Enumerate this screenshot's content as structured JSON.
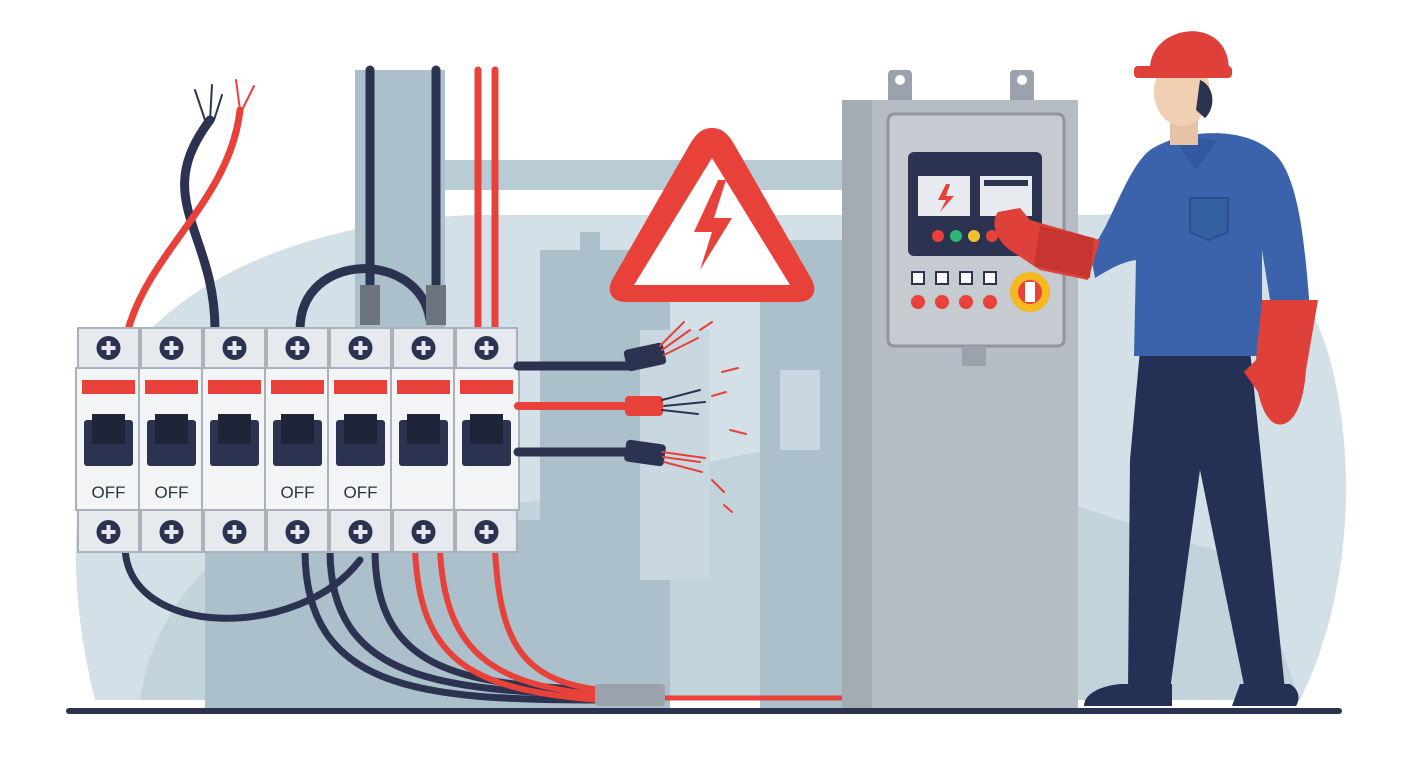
{
  "colors": {
    "background": "#ffffff",
    "backdrop": "#c9d8e0",
    "building": "#a9bec9",
    "breaker_body": "#e6eaee",
    "breaker_stripe": "#e8413a",
    "cable_dark": "#2c3350",
    "cable_red": "#e8413a",
    "cabinet": "#b5bcc3",
    "warning_red": "#e8413a",
    "worker_shirt": "#3b63ab",
    "worker_pants": "#243154",
    "glove": "#e0403a",
    "helmet": "#e0403a"
  },
  "breaker_panel": {
    "breakers": [
      {
        "label": "OFF"
      },
      {
        "label": "OFF"
      },
      {
        "label": ""
      },
      {
        "label": "OFF"
      },
      {
        "label": "OFF"
      },
      {
        "label": ""
      },
      {
        "label": ""
      }
    ]
  },
  "warning_sign": {
    "icon": "high-voltage-icon"
  },
  "control_cabinet": {
    "indicator_colors": [
      "#e8413a",
      "#2bb673",
      "#f2c12e",
      "#e8413a"
    ],
    "button_count": 4,
    "emergency_stop_color": "#f5b81f"
  },
  "worker": {
    "icon": "electrician-figure"
  }
}
